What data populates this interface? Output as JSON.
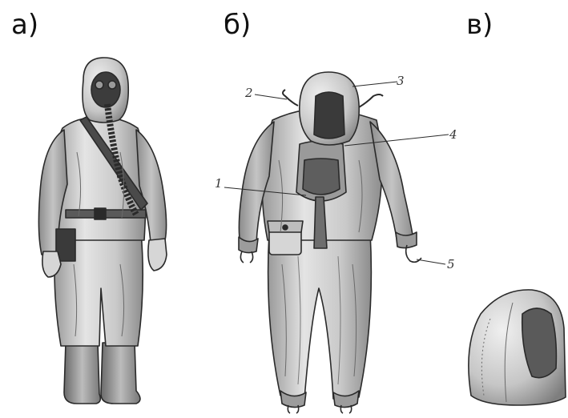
{
  "panels": {
    "a": {
      "label": "а)"
    },
    "b": {
      "label": "б)"
    },
    "c": {
      "label": "в)"
    }
  },
  "callouts": {
    "c1": "1",
    "c2": "2",
    "c3": "3",
    "c4": "4",
    "c5": "5"
  },
  "colors": {
    "ink": "#2a2a2a",
    "fabric_light": "#e2e2e2",
    "fabric_mid": "#bdbdbd",
    "fabric_dark": "#7d7d7d",
    "shadow": "#4a4a4a"
  }
}
